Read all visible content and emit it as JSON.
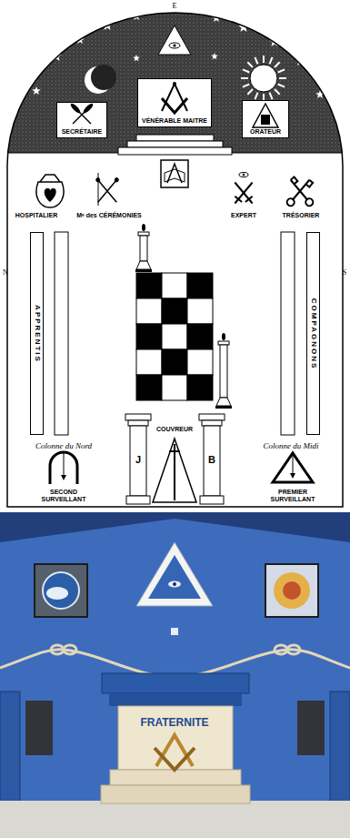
{
  "diagram": {
    "nodes": [
      {
        "text": [
          "SECRÉTAIRE"
        ]
      },
      {
        "text": [
          "VÉNÉRABLE MAITRE"
        ]
      },
      {
        "text": [
          "ORATEUR"
        ]
      },
      {
        "text": [
          "APPRENTIS"
        ]
      },
      {
        "text": [
          "COMPAGNONS"
        ]
      }
    ],
    "labels": [
      "E",
      "HOSPITALIER",
      "Mᵉ des CÉRÉMONIES",
      "EXPERT",
      "TRÉSORIER",
      "Colonne du Nord",
      "Colonne du Midi",
      "N",
      "S",
      "SECOND SURVEILLANT",
      "COUVREUR",
      "J",
      "B",
      "PREMIER SURVEILLANT",
      "FRATERNITE"
    ]
  }
}
